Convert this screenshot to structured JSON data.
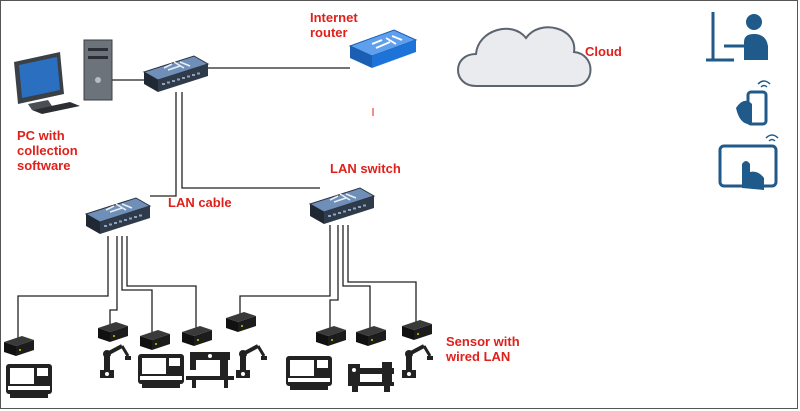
{
  "labels": {
    "pc": "PC with\ncollection\nsoftware",
    "router": "Internet\nrouter",
    "cloud": "Cloud",
    "lan_cable": "LAN cable",
    "lan_switch": "LAN switch",
    "sensor": "Sensor with\nwired LAN"
  },
  "colors": {
    "label": "#e0201b",
    "switch_body": "#2f3b4a",
    "switch_top": "#6f8fb8",
    "router": "#1e73d8",
    "cloud_fill": "#e9ebee",
    "cloud_stroke": "#5b6470",
    "device_blue": "#1f5a8a",
    "cable": "#222222"
  },
  "icons": [
    "desktop-pc-icon",
    "network-switch-icon",
    "router-icon",
    "cloud-icon",
    "desktop-user-icon",
    "smartphone-wifi-icon",
    "tablet-wifi-icon",
    "sensor-box-icon",
    "cnc-machine-icon",
    "robot-arm-icon",
    "sewing-machine-icon",
    "lathe-icon"
  ]
}
